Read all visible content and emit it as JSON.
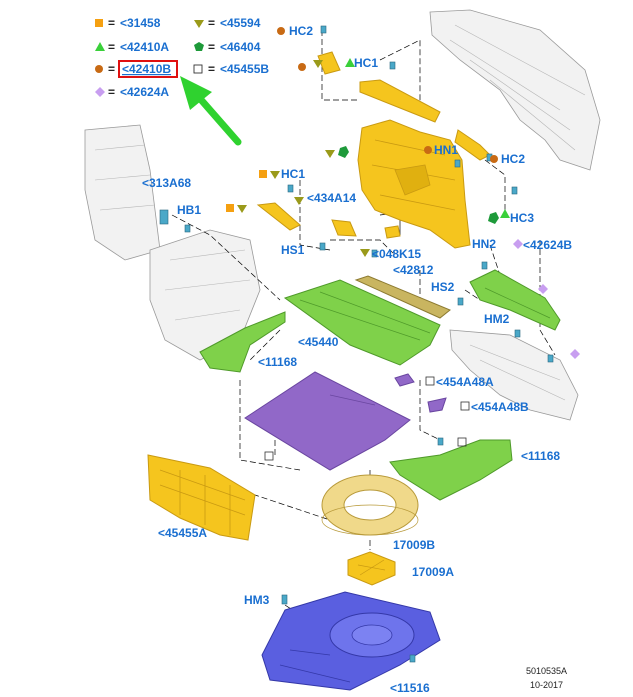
{
  "colors": {
    "yellow": "#f5c51e",
    "yellow_dark": "#c99a12",
    "green": "#7fd14a",
    "green_dark": "#4f9a2a",
    "purple": "#9168c8",
    "purple_dark": "#6a46a0",
    "blue": "#5a5fe0",
    "blue_dark": "#3438a8",
    "link": "#1a6fd0",
    "orange": "#c86a14",
    "olive": "#9a9a1a",
    "forest": "#1e9a3a",
    "lavender": "#c89ef0",
    "arrow": "#2fd22f",
    "highlight": "#e01010"
  },
  "legend": [
    {
      "symbol": "orange-square",
      "text": "<31458"
    },
    {
      "symbol": "olive-triangle-down",
      "text": "<45594"
    },
    {
      "symbol": "green-triangle-up",
      "text": "<42410A"
    },
    {
      "symbol": "green-pentagon",
      "text": "<46404"
    },
    {
      "symbol": "brown-circle",
      "text": "<42410B",
      "highlighted": true
    },
    {
      "symbol": "open-square",
      "text": "<45455B"
    },
    {
      "symbol": "lavender-diamond",
      "text": "<42624A"
    }
  ],
  "legend_equals": "=",
  "labels": {
    "hc2_top": "HC2",
    "hc1_top": "HC1",
    "hn1": "HN1",
    "hc2_right": "HC2",
    "hc3": "HC3",
    "a313a68": "<313A68",
    "hb1": "HB1",
    "hc1_mid": "HC1",
    "a434a14": "<434A14",
    "hs1": "HS1",
    "a048k15": "<048K15",
    "a42812": "<42812",
    "hn2": "HN2",
    "a42624b": "<42624B",
    "hs2": "HS2",
    "hm2": "HM2",
    "a45440": "<45440",
    "a11168_left": "<11168",
    "a454a48a": "<454A48A",
    "a454a48b": "<454A48B",
    "a11168_right": "<11168",
    "a45455a": "<45455A",
    "a17009b": "17009B",
    "a17009a": "17009A",
    "hm3": "HM3",
    "a11516": "<11516"
  },
  "footer": {
    "code": "5010535A",
    "date": "10-2017"
  }
}
